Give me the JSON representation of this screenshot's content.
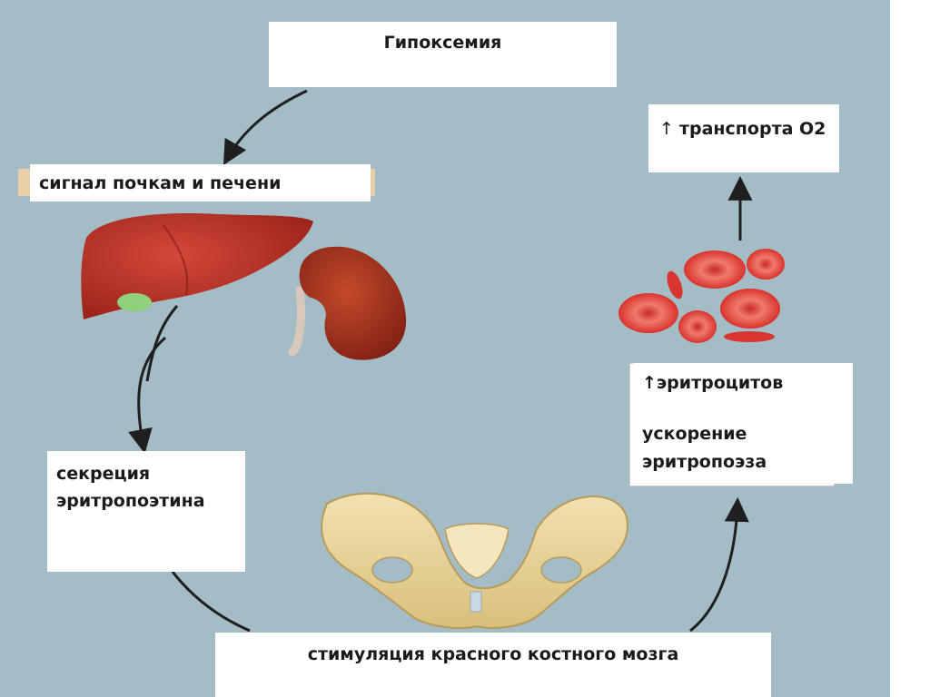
{
  "labels": {
    "hypoxemia": "Гипоксемия",
    "signal": "сигнал почкам и печени",
    "transport_arrow": "↑",
    "transport": "транспорта O2",
    "secretion": "секреция\nэритропоэтина",
    "erythrocytes": "↑эритроцитов",
    "acceleration": "ускорение\nэритропоэза",
    "stimulation": "стимуляция красного костного мозга"
  },
  "colors": {
    "background": "#a3bcc6",
    "box": "#ffffff",
    "text": "#1a1a1a",
    "arrow": "#1f1f1f",
    "liver": "#b8322a",
    "kidney": "#a8321f",
    "gallbladder": "#8fd17a",
    "rbc": "#e0403a",
    "bone": "#e9d49a"
  },
  "icons": [
    "liver-illustration",
    "kidney-illustration",
    "red-blood-cells-illustration",
    "pelvis-illustration"
  ]
}
